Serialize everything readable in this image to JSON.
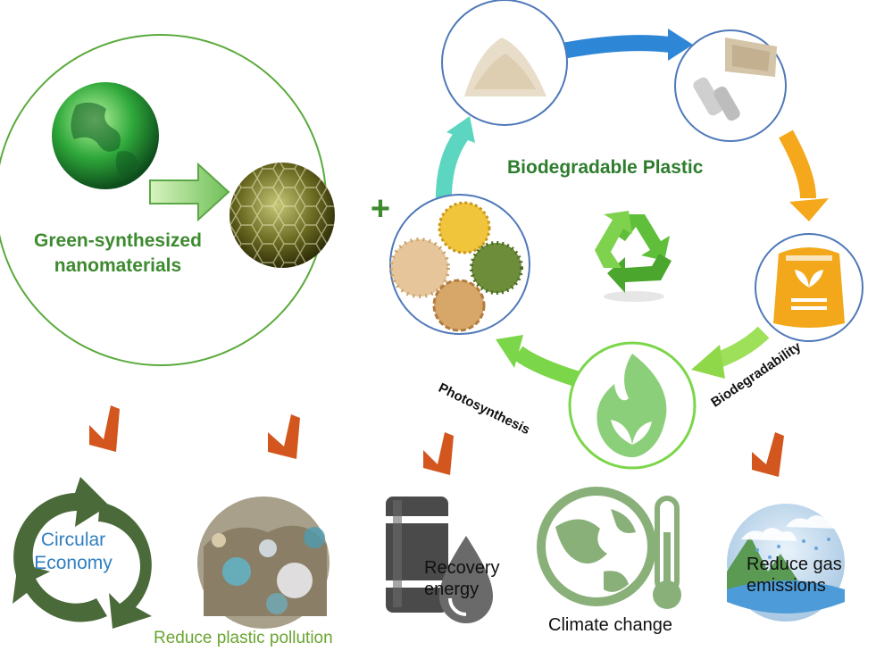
{
  "left_panel": {
    "title_line1": "Green-synthesized",
    "title_line2": "nanomaterials"
  },
  "plus_sign": "+",
  "cycle": {
    "title": "Biodegradable Plastic",
    "label_left": "Photosynthesis",
    "label_right": "Biodegradability",
    "nodes": [
      "powder",
      "plastic-products",
      "fertilizer-sack",
      "fire-leaf",
      "crops"
    ]
  },
  "outcomes": {
    "circular": {
      "line1": "Circular",
      "line2": "Economy"
    },
    "pollution": "Reduce plastic pollution",
    "energy": {
      "line1": "Recovery",
      "line2": "energy"
    },
    "climate": "Climate change",
    "gas": {
      "line1": "Reduce gas",
      "line2": "emissions"
    }
  },
  "colors": {
    "green_dark": "#3d8a2f",
    "arrow_blue": "#2e86d6",
    "arrow_orange": "#f5a81c",
    "arrow_green": "#7bd64a",
    "arrow_teal": "#5cd6c0",
    "down_arrow": "#d2561e",
    "eco_dark": "#4a6a3a"
  }
}
